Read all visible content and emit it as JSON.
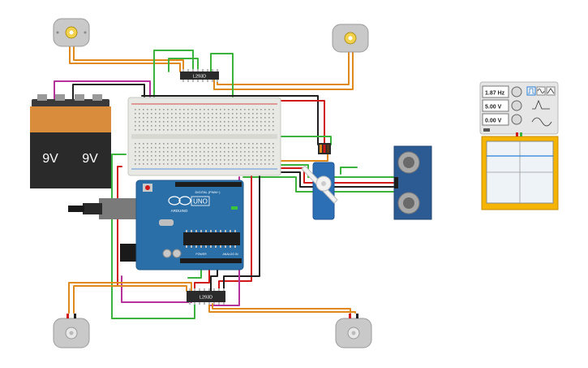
{
  "battery": {
    "left_label": "9V",
    "right_label": "9V"
  },
  "arduino": {
    "brand": "ARDUINO",
    "model": "UNO",
    "header_top": "DIGITAL (PWM~)",
    "header_power": "POWER",
    "header_analog": "ANALOG IN"
  },
  "driver_top": {
    "label": "L293D"
  },
  "driver_bottom": {
    "label": "L293D"
  },
  "function_generator": {
    "frequency": "1.87 Hz",
    "amplitude": "5.00 V",
    "offset": "0.00 V"
  },
  "colors": {
    "wire_red": "#d01818",
    "wire_black": "#202020",
    "wire_green": "#3cb43c",
    "wire_orange": "#e08a1e",
    "wire_magenta": "#b4329a",
    "wire_blue": "#2a7fd4",
    "arduino_board": "#2a6fa8",
    "breadboard": "#e8e8e4",
    "battery_body": "#2a2a2a",
    "battery_top": "#d98c3c",
    "scope_frame": "#f4b400",
    "servo_body": "#2d6fb5",
    "sensor_body": "#2c5b94"
  },
  "icons": [
    "motor-icon",
    "servo-icon",
    "ultrasonic-sensor-icon",
    "square-wave-icon",
    "sine-wave-icon",
    "triangle-wave-icon"
  ]
}
